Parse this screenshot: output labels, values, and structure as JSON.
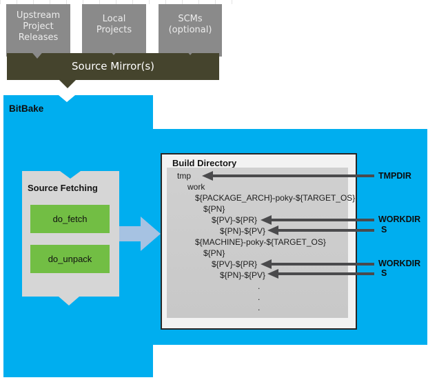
{
  "sources": {
    "boxes": [
      {
        "lines": [
          "Upstream",
          "Project",
          "Releases"
        ]
      },
      {
        "lines": [
          "Local",
          "Projects"
        ]
      },
      {
        "lines": [
          "SCMs",
          "(optional)"
        ]
      }
    ],
    "mirror_label": "Source Mirror(s)"
  },
  "bitbake_label": "BitBake",
  "source_fetching": {
    "title": "Source Fetching",
    "tasks": [
      {
        "label": "do_fetch"
      },
      {
        "label": "do_unpack"
      }
    ]
  },
  "build_directory": {
    "title": "Build Directory",
    "tree": [
      {
        "text": "tmp"
      },
      {
        "text": "work"
      },
      {
        "text": "${PACKAGE_ARCH}-poky-${TARGET_OS}"
      },
      {
        "text": "${PN}"
      },
      {
        "text": "${PV}-${PR}"
      },
      {
        "text": "${PN}-${PV}"
      },
      {
        "text": "${MACHINE}-poky-${TARGET_OS}"
      },
      {
        "text": "${PN}"
      },
      {
        "text": "${PV}-${PR}"
      },
      {
        "text": "${PN}-${PV}"
      },
      {
        "text": "."
      },
      {
        "text": "."
      },
      {
        "text": "."
      }
    ]
  },
  "annotations": [
    {
      "label": "TMPDIR",
      "points_to": "tmp"
    },
    {
      "label": "WORKDIR",
      "points_to": "${PV}-${PR}"
    },
    {
      "label": "S",
      "points_to": "${PN}-${PV}"
    },
    {
      "label": "WORKDIR",
      "points_to": "${PV}-${PR}"
    },
    {
      "label": "S",
      "points_to": "${PN}-${PV}"
    }
  ],
  "colors": {
    "bitbake_blue": "#00aeef",
    "mirror_olive": "#45442d",
    "source_box_gray": "#8a8a8a",
    "panel_gray": "#d6d6d6",
    "build_inner_gray": "#cccccc",
    "task_green": "#72be44",
    "flow_arrow_blue": "#a6c2e2",
    "annotation_arrow_gray": "#4a4a4c"
  }
}
